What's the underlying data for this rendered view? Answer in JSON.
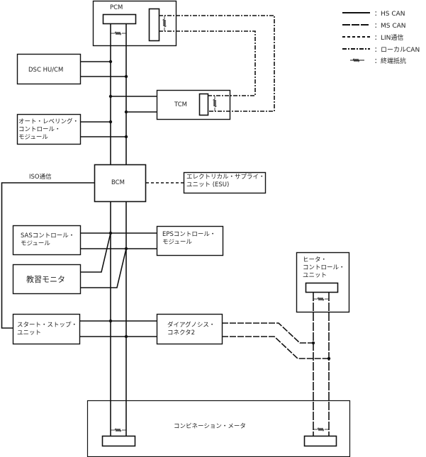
{
  "diagram": {
    "title": "CAN network wiring diagram",
    "modules": {
      "pcm": "PCM",
      "dsc": "DSC HU/CM",
      "tcm": "TCM",
      "auto_leveling": [
        "オート・レベリング・",
        "コントロール・",
        "モジュール"
      ],
      "bcm": "BCM",
      "esu": [
        "エレクトリカル・サプライ・",
        "ユニット (ESU)"
      ],
      "sas": [
        "SASコントロール・",
        "モジュール"
      ],
      "eps": [
        "EPSコントロール・",
        "モジュール"
      ],
      "monitor": "教習モニタ",
      "start_stop": [
        "スタート・ストップ・",
        "ユニット"
      ],
      "dlc2": [
        "ダイアグノシス・",
        "コネクタ2"
      ],
      "heater": [
        "ヒータ・",
        "コントロール・",
        "ユニット"
      ],
      "combination_meter": "コンビネーション・メータ"
    },
    "iso_label": "ISO通信",
    "legend": [
      {
        "style": "solid",
        "label": "：HS CAN"
      },
      {
        "style": "long-dash",
        "label": "：MS CAN"
      },
      {
        "style": "dotted",
        "label": "：LIN通信"
      },
      {
        "style": "dash-dot",
        "label": "：ローカルCAN"
      },
      {
        "style": "resistor",
        "label": "：終端抵抗"
      }
    ],
    "colors": {
      "line": "#111111",
      "background": "#ffffff"
    }
  }
}
